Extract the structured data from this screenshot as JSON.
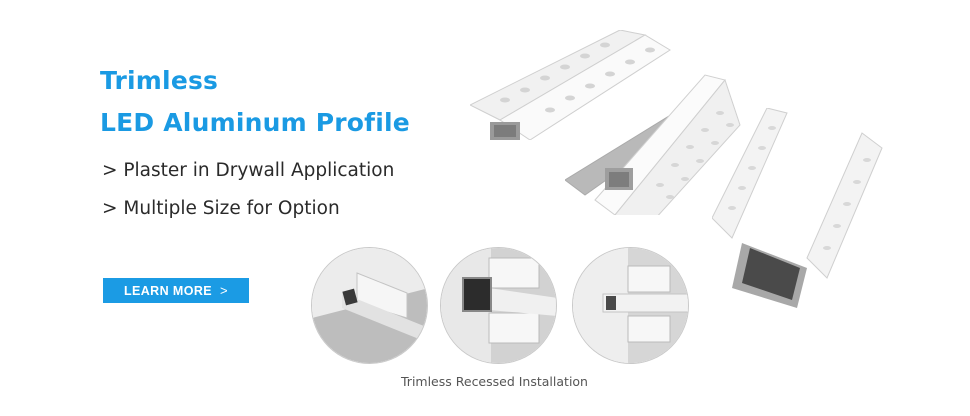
{
  "hero": {
    "title_line1": "Trimless",
    "title_line2": "LED Aluminum Profile",
    "bullets": [
      "> Plaster in Drywall Application",
      "> Multiple Size for Option"
    ],
    "cta_label": "LEARN MORE",
    "cta_icon": "chevron-right-icon",
    "cta_chevron": ">"
  },
  "installation": {
    "caption": "Trimless Recessed Installation",
    "images": [
      {
        "name": "ceiling-corner-install"
      },
      {
        "name": "wall-recessed-install"
      },
      {
        "name": "flush-wall-install"
      }
    ]
  },
  "products": [
    {
      "name": "flat-trimless-profile"
    },
    {
      "name": "corner-trimless-profile"
    },
    {
      "name": "deep-trimless-profile"
    }
  ],
  "colors": {
    "accent": "#1a9ae3",
    "button_bg": "#1b9be4",
    "text": "#2a2a2a",
    "caption": "#555555"
  }
}
